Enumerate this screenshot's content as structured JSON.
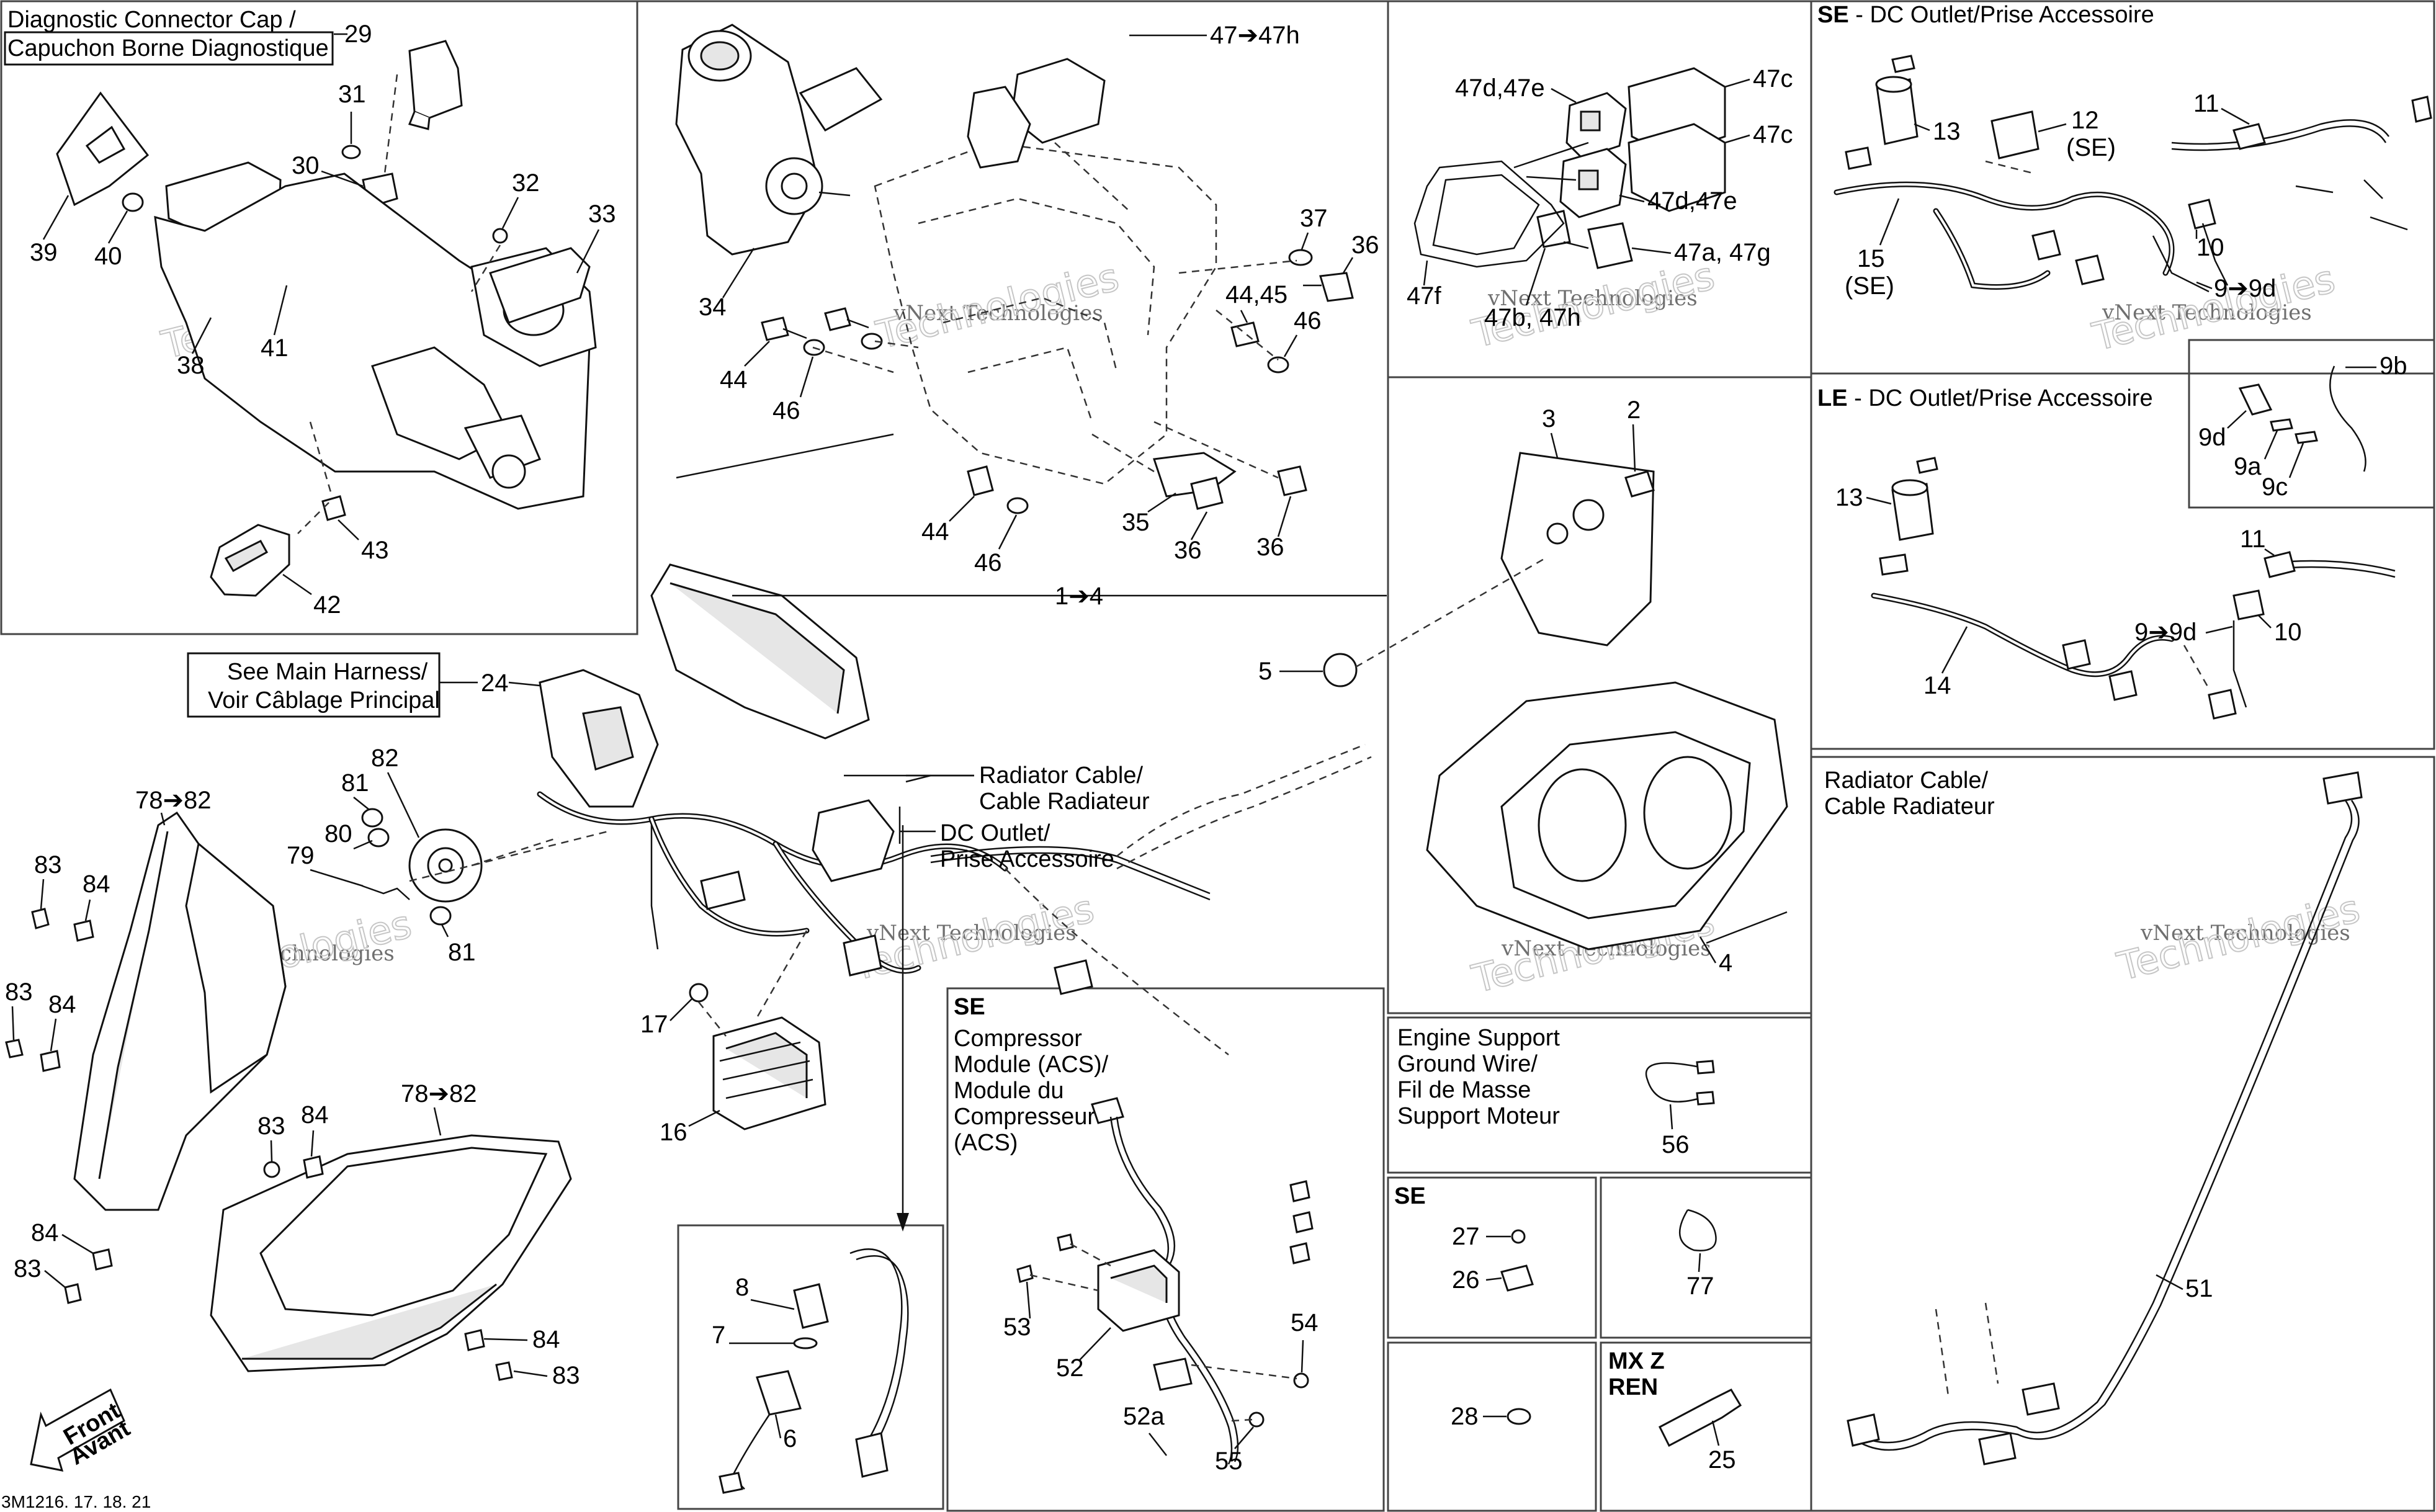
{
  "watermark": {
    "line1": "vNext Technologies",
    "line2": "Technologies"
  },
  "drawing_code": "3M1216. 17. 18. 21",
  "callouts": {
    "diag_cap": "Diagnostic Connector Cap /\nCapuchon Borne Diagnostique",
    "main_harness": "See Main Harness/\nVoir Câblage Principal",
    "radiator_cable": "Radiator Cable/\nCable Radiateur",
    "dc_outlet": "DC Outlet/\nPrise Accessoire",
    "front": "Front\nAvant"
  },
  "panels": {
    "se_dc": {
      "tag": "SE",
      "title": " -  DC Outlet/Prise Accessoire"
    },
    "le_dc": {
      "tag": "LE",
      "title": " -  DC Outlet/Prise Accessoire"
    },
    "radiator": {
      "title": "Radiator Cable/\nCable Radiateur"
    },
    "compressor": {
      "tag": "SE",
      "title": "Compressor\nModule (ACS)/\nModule du\nCompresseur\n(ACS)"
    },
    "ground": {
      "title": "Engine Support\nGround Wire/\nFil de Masse\nSupport Moteur"
    },
    "se_small": {
      "tag": "SE"
    },
    "mxz": {
      "tag": "MX Z\nREN"
    }
  },
  "part_numbers": {
    "p29": "29",
    "p31": "31",
    "p30": "30",
    "p32": "32",
    "p33": "33",
    "p39": "39",
    "p40": "40",
    "p41": "41",
    "p38": "38",
    "p43": "43",
    "p42": "42",
    "p47_range": "47➔47h",
    "p34": "34",
    "p37": "37",
    "p36a": "36",
    "p4445": "44,45",
    "p46a": "46",
    "p44a": "44",
    "p46b": "46",
    "p44b": "44",
    "p46c": "46",
    "p35": "35",
    "p36b": "36",
    "p36c": "36",
    "p47de_top": "47d,47e",
    "p47c_a": "47c",
    "p47c_b": "47c",
    "p47de_bot": "47d,47e",
    "p47ag": "47a, 47g",
    "p47f": "47f",
    "p47bh": "47b, 47h",
    "se_13": "13",
    "se_12": "12\n(SE)",
    "se_11": "11",
    "se_15": "15\n(SE)",
    "se_10": "10",
    "se_9": "9➔9d",
    "le_9b": "9b",
    "le_9d": "9d",
    "le_9a": "9a",
    "le_9c": "9c",
    "le_13": "13",
    "le_11": "11",
    "le_9": "9➔9d",
    "le_10": "10",
    "le_14": "14",
    "p1_4": "1➔4",
    "p3": "3",
    "p2": "2",
    "p5": "5",
    "p4": "4",
    "p24": "24",
    "p78a": "78➔82",
    "p82": "82",
    "p81a": "81",
    "p80": "80",
    "p79": "79",
    "p81b": "81",
    "p83a": "83",
    "p84a": "84",
    "p83b": "83",
    "p84b": "84",
    "p17": "17",
    "p16": "16",
    "p78b": "78➔82",
    "p83c": "83",
    "p84c": "84",
    "p84d": "84",
    "p83d": "83",
    "p84e": "84",
    "p83e": "83",
    "p8": "8",
    "p7": "7",
    "p6": "6",
    "p53": "53",
    "p52": "52",
    "p54": "54",
    "p52a": "52a",
    "p55": "55",
    "p56": "56",
    "p27": "27",
    "p26": "26",
    "p77": "77",
    "p28": "28",
    "p25": "25",
    "p51": "51"
  }
}
